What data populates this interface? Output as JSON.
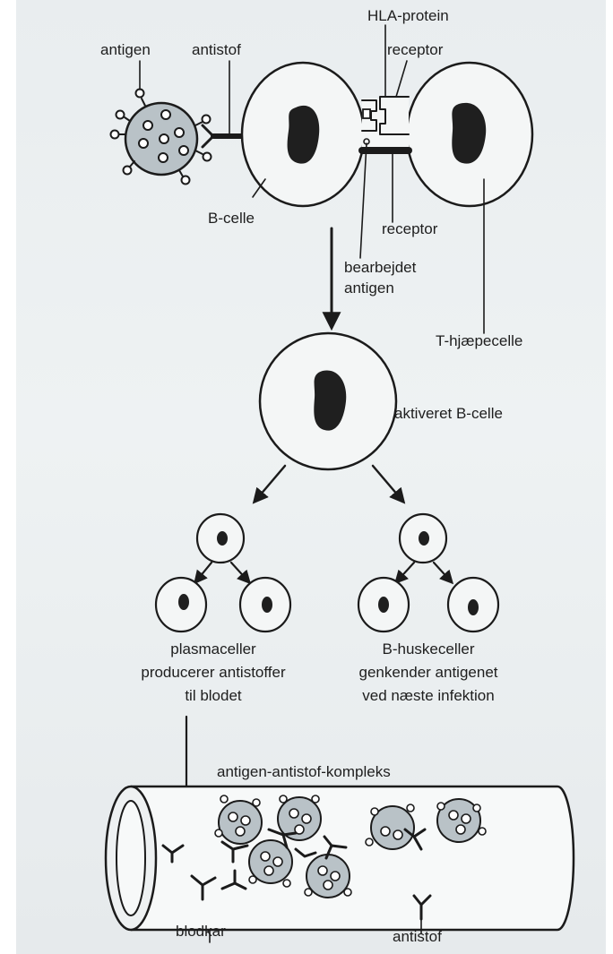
{
  "labels": {
    "hla_protein": "HLA-protein",
    "antigen": "antigen",
    "antistof_top": "antistof",
    "receptor_top": "receptor",
    "b_celle": "B-celle",
    "receptor_bottom": "receptor",
    "bearbejdet_1": "bearbejdet",
    "bearbejdet_2": "antigen",
    "t_hjaepecelle": "T-hjæpecelle",
    "aktiveret": "aktiveret B-celle",
    "plasma_1": "plasmaceller",
    "plasma_2": "producerer antistoffer",
    "plasma_3": "til blodet",
    "hukom_1": "B-huskeceller",
    "hukom_2": "genkender antigenet",
    "hukom_3": "ved næste infektion",
    "kompleks": "antigen-antistof-kompleks",
    "blodkar": "blodkar",
    "antistof_bottom": "antistof"
  },
  "colors": {
    "ink": "#1b1b1b",
    "antigen_fill": "#b9c2c7",
    "cell_fill": "#f4f6f6",
    "nucleus": "#1f1f1f"
  }
}
